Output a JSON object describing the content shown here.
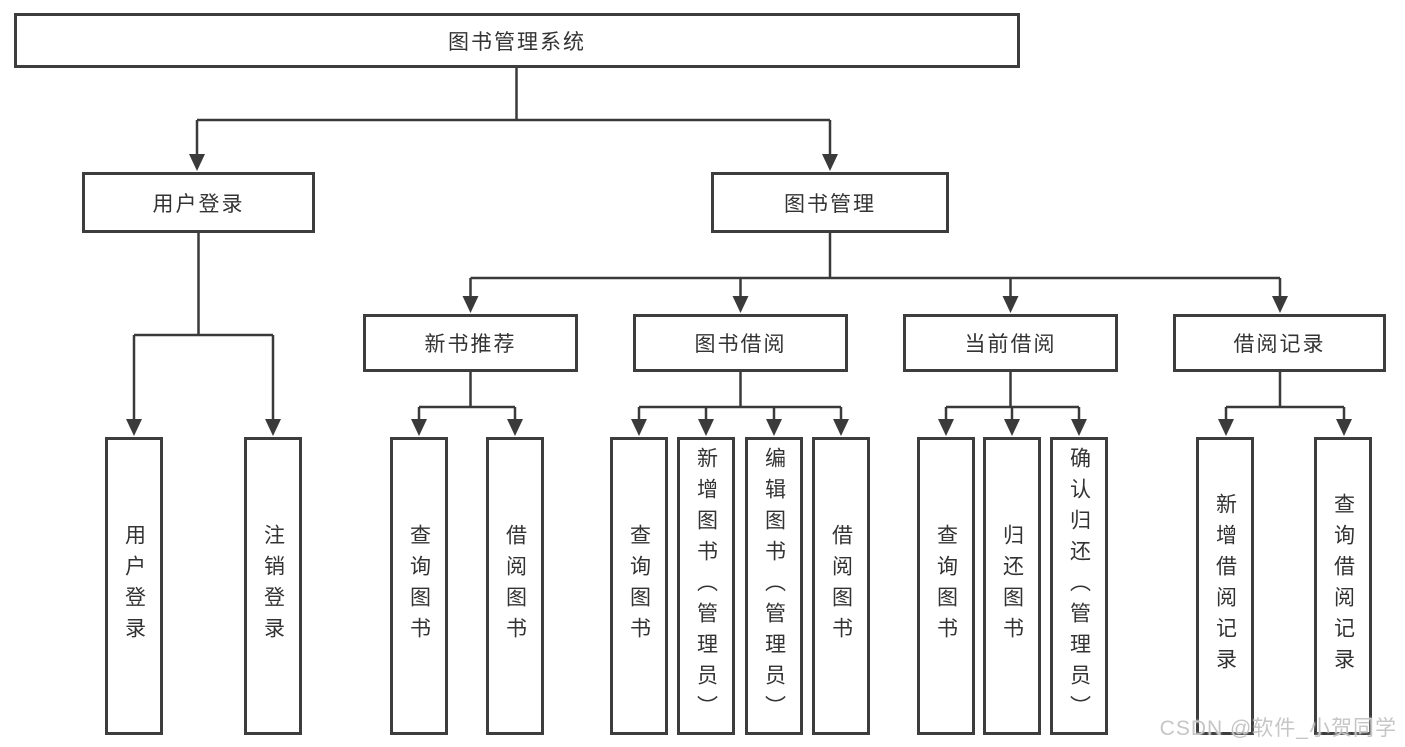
{
  "tree": {
    "label": "图书管理系统",
    "children": [
      {
        "label": "用户登录",
        "children": [
          {
            "label": "用户登录"
          },
          {
            "label": "注销登录"
          }
        ]
      },
      {
        "label": "图书管理",
        "children": [
          {
            "label": "新书推荐",
            "children": [
              {
                "label": "查询图书"
              },
              {
                "label": "借阅图书"
              }
            ]
          },
          {
            "label": "图书借阅",
            "children": [
              {
                "label": "查询图书"
              },
              {
                "label": "新增图书（管理员）"
              },
              {
                "label": "编辑图书（管理员）"
              },
              {
                "label": "借阅图书"
              }
            ]
          },
          {
            "label": "当前借阅",
            "children": [
              {
                "label": "查询图书"
              },
              {
                "label": "归还图书"
              },
              {
                "label": "确认归还（管理员）"
              }
            ]
          },
          {
            "label": "借阅记录",
            "children": [
              {
                "label": "新增借阅记录"
              },
              {
                "label": "查询借阅记录"
              }
            ]
          }
        ]
      }
    ]
  },
  "watermark": {
    "text": "CSDN @软件_小贺同学"
  },
  "colors": {
    "line": "#3a3a3a",
    "border": "#3d3d3d",
    "text": "#333333",
    "watermark": "#c6c6c6",
    "background": "#ffffff"
  }
}
